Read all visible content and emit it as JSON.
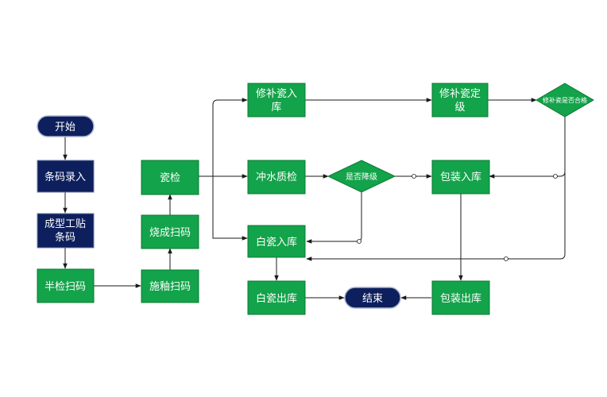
{
  "colors": {
    "process_fill": "#13a34a",
    "process_stroke": "#0b7a34",
    "start_end_fill": "#0d1f5c",
    "start_end_stroke": "#a8b3cf",
    "manual_fill": "#0d1f5c",
    "decision_fill": "#13a34a",
    "edge": "#1a1a1a"
  },
  "nodes": {
    "start": "开始",
    "barcode_entry": "条码录入",
    "molding_label_1": "成型工贴",
    "molding_label_2": "条码",
    "half_inspection_scan": "半检扫码",
    "glaze_scan": "施釉扫码",
    "firing_scan": "烧成扫码",
    "porcelain_inspection": "瓷检",
    "repair_store_1": "修补瓷入",
    "repair_store_2": "库",
    "repair_grade_1": "修补瓷定",
    "repair_grade_2": "级",
    "repair_qualified": "修补瓷是否合格",
    "flush_quality_check": "冲水质检",
    "downgrade": "是否降级",
    "packaging_store": "包装入库",
    "white_store": "白瓷入库",
    "white_out": "白瓷出库",
    "end": "结束",
    "packaging_out": "包装出库"
  }
}
